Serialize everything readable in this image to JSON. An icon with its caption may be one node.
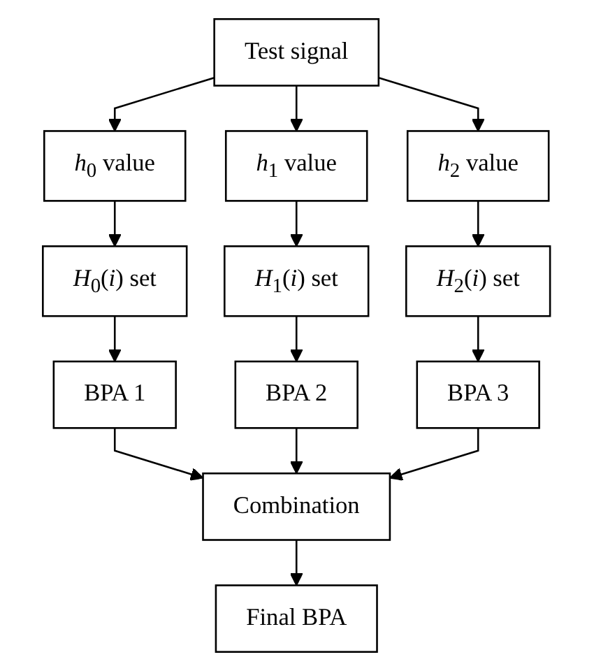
{
  "diagram": {
    "nodes": [
      {
        "text": [
          "Test signal"
        ]
      },
      {
        "text": [
          "*h*$_{0}$ value"
        ]
      },
      {
        "text": [
          "*h*$_{1}$ value"
        ]
      },
      {
        "text": [
          "*h*$_{2}$ value"
        ]
      },
      {
        "text": [
          "*H*$_{0}$(*i*) set"
        ]
      },
      {
        "text": [
          "*H*$_{1}$(*i*) set"
        ]
      },
      {
        "text": [
          "*H*$_{2}$(*i*) set"
        ]
      },
      {
        "text": [
          "BPA 1"
        ]
      },
      {
        "text": [
          "BPA 2"
        ]
      },
      {
        "text": [
          "BPA 3"
        ]
      },
      {
        "text": [
          "Combination"
        ]
      },
      {
        "text": [
          "Final BPA"
        ]
      }
    ],
    "edges": [
      {
        "from": 0,
        "to": 1,
        "arrow": "to"
      },
      {
        "from": 0,
        "to": 2,
        "arrow": "to"
      },
      {
        "from": 0,
        "to": 3,
        "arrow": "to"
      },
      {
        "from": 1,
        "to": 4,
        "arrow": "to"
      },
      {
        "from": 2,
        "to": 5,
        "arrow": "to"
      },
      {
        "from": 3,
        "to": 6,
        "arrow": "to"
      },
      {
        "from": 4,
        "to": 7,
        "arrow": "to"
      },
      {
        "from": 5,
        "to": 8,
        "arrow": "to"
      },
      {
        "from": 6,
        "to": 9,
        "arrow": "to"
      },
      {
        "from": 7,
        "to": 10,
        "arrow": "to"
      },
      {
        "from": 8,
        "to": 10,
        "arrow": "to"
      },
      {
        "from": 9,
        "to": 10,
        "arrow": "to"
      },
      {
        "from": 10,
        "to": 11,
        "arrow": "to"
      }
    ]
  }
}
